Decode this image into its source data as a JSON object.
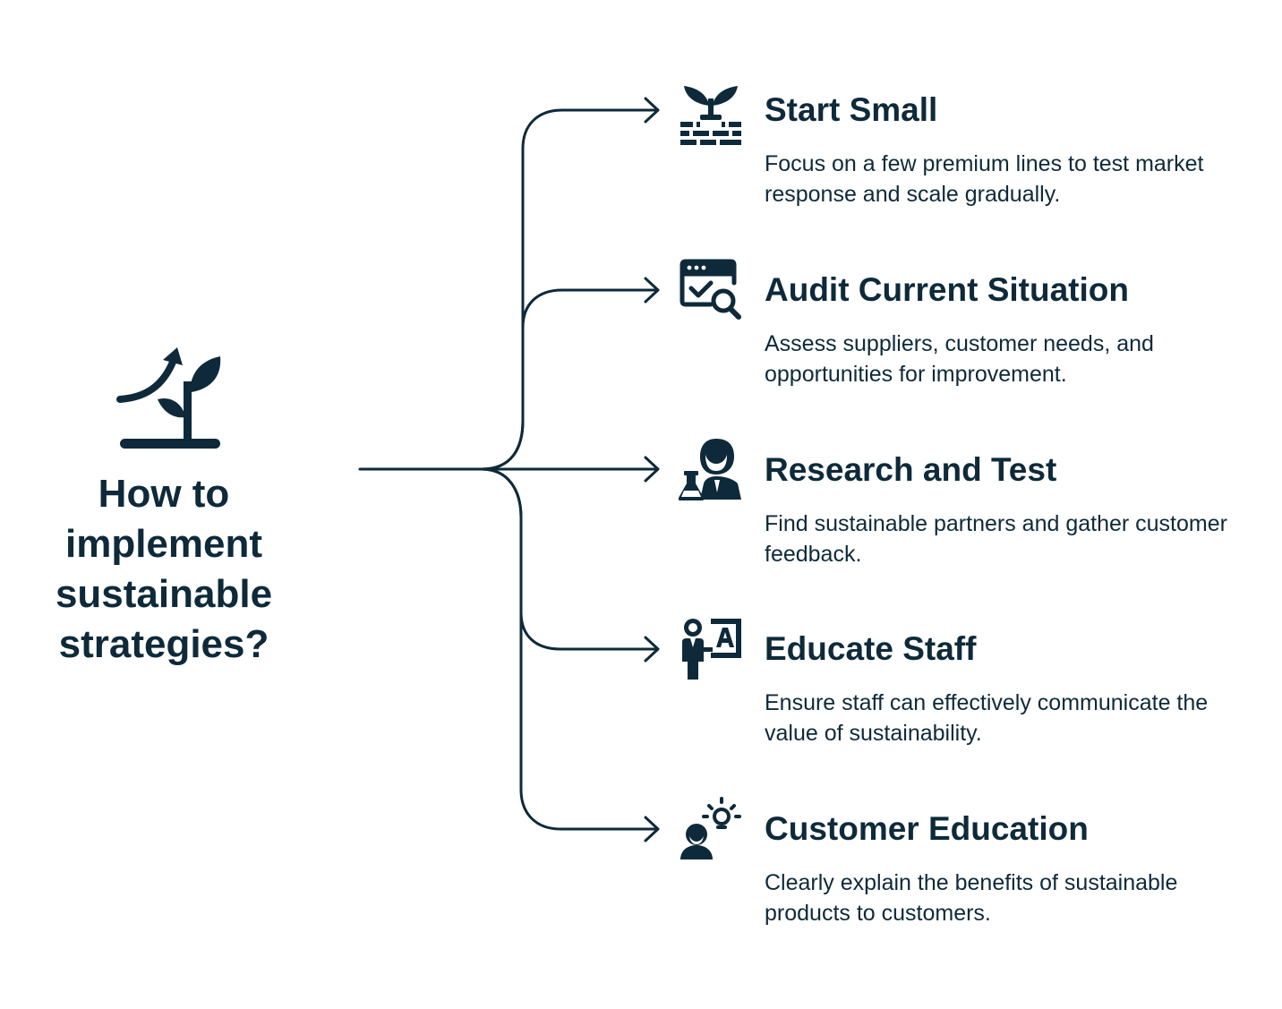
{
  "colors": {
    "ink": "#0e2a3a",
    "background": "#ffffff"
  },
  "root": {
    "title": "How to implement sustainable strategies?",
    "icon": "growing-plant-arrow-icon"
  },
  "branches": [
    {
      "title": "Start Small",
      "description": "Focus on a few premium lines to test market response and scale gradually.",
      "icon": "sprout-on-bricks-icon"
    },
    {
      "title": "Audit Current Situation",
      "description": "Assess suppliers, customer needs, and opportunities for improvement.",
      "icon": "browser-check-magnifier-icon"
    },
    {
      "title": "Research and Test",
      "description": "Find sustainable partners and gather customer feedback.",
      "icon": "scientist-flask-icon"
    },
    {
      "title": "Educate Staff",
      "description": "Ensure staff can effectively communicate the value of sustainability.",
      "icon": "teacher-board-icon"
    },
    {
      "title": "Customer Education",
      "description": "Clearly explain the benefits of sustainable products to customers.",
      "icon": "person-lightbulb-icon"
    }
  ]
}
